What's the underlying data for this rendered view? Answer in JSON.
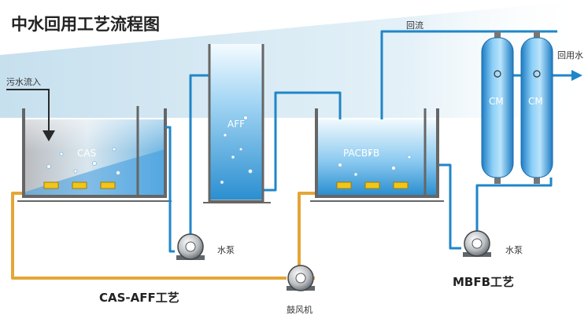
{
  "title": "中水回用工艺流程图",
  "labels": {
    "sewage_inflow": "污水流入",
    "reflux": "回流",
    "reuse_water": "回用水",
    "cas": "CAS",
    "aff": "AFF",
    "pacbfb": "PACBFB",
    "cm1": "CM",
    "cm2": "CM",
    "pump1": "水泵",
    "pump2": "水泵",
    "blower": "鼓风机",
    "process_cas_aff": "CAS-AFF工艺",
    "process_mbfb": "MBFB工艺"
  },
  "colors": {
    "water_pipe": "#1f86c8",
    "air_pipe": "#e4a637",
    "tank_wall": "#666666",
    "water_light": "#e9f6fd",
    "water_dark": "#2b8fd0",
    "aerator": "#f2c51a",
    "arrow_dark": "#2a2a2a",
    "text": "#333333",
    "banner": "#cfe6f2"
  }
}
